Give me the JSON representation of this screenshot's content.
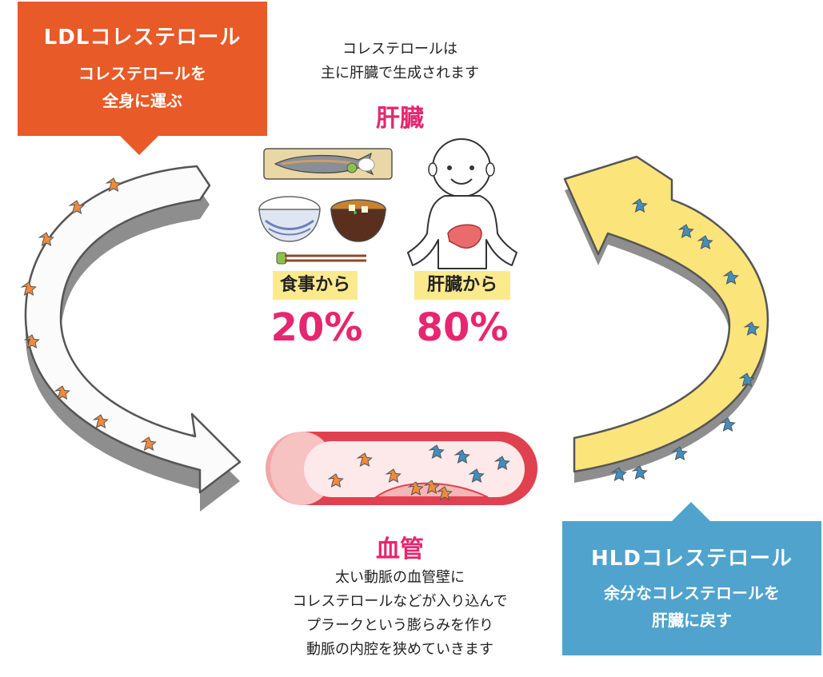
{
  "ldl": {
    "title": "LDLコレステロール",
    "desc_line1": "コレステロールを",
    "desc_line2": "全身に運ぶ",
    "color": "#e85a27"
  },
  "hdl": {
    "title": "HLDコレステロール",
    "desc_line1": "余分なコレステロールを",
    "desc_line2": "肝臓に戻す",
    "color": "#4fa3cc"
  },
  "liver": {
    "desc_line1": "コレステロールは",
    "desc_line2": "主に肝臓で生成されます",
    "title": "肝臓"
  },
  "sources": [
    {
      "label": "食事から",
      "percent": "20%"
    },
    {
      "label": "肝臓から",
      "percent": "80%"
    }
  ],
  "vessel": {
    "title": "血管",
    "desc_lines": [
      "太い動脈の血管壁に",
      "コレステロールなどが入り込んで",
      "プラークという膨らみを作り",
      "動脈の内腔を狭めていきます"
    ]
  },
  "colors": {
    "accent_pink": "#e6266f",
    "tag_yellow": "#fbe98e",
    "ldl_star": "#f08a3c",
    "hdl_star": "#3f8fbf",
    "hdl_arrow": "#fbe47a",
    "vessel_red": "#e0414f"
  },
  "icons": [
    "grilled-fish-icon",
    "rice-bowl-icon",
    "miso-soup-icon",
    "chopsticks-icon",
    "person-icon",
    "liver-icon",
    "star-icon"
  ]
}
